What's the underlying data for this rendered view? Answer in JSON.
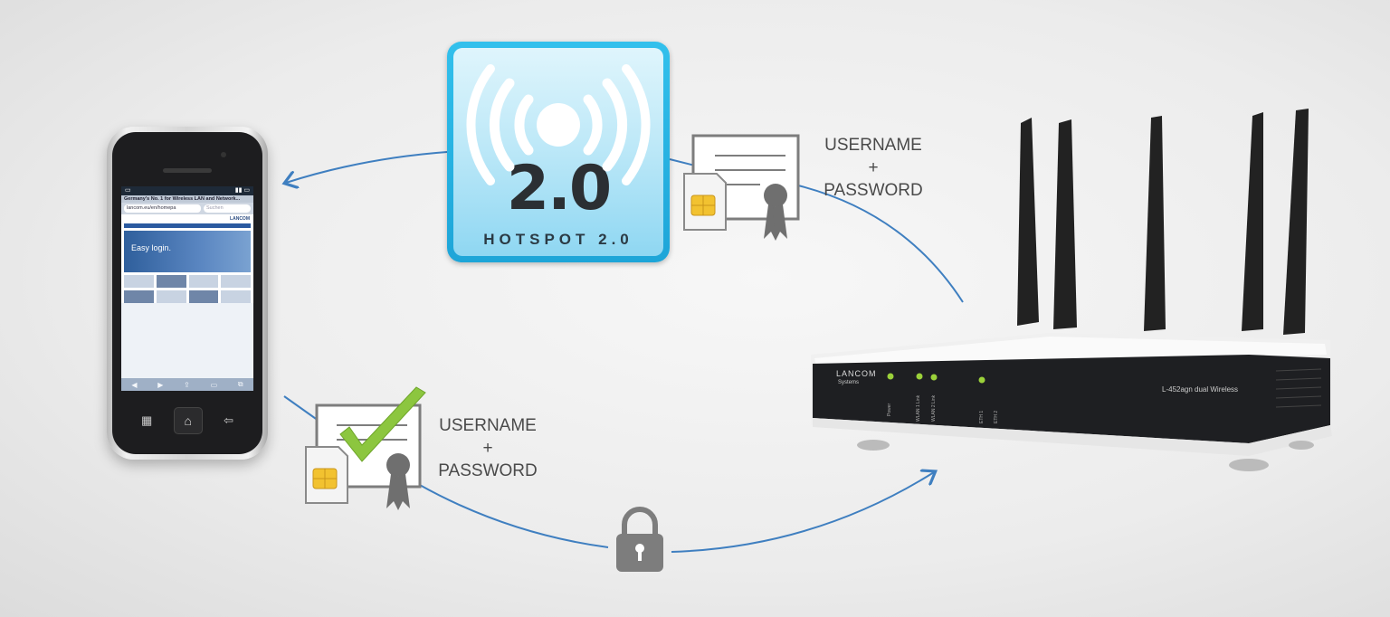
{
  "phone": {
    "status_time": "",
    "page_title": "Germany's No. 1 for Wireless LAN and Network...",
    "url": "lancom.eu/en/homepa",
    "search_placeholder": "Suchen",
    "site_logo": "LANCOM",
    "banner_text": "Easy login."
  },
  "hotspot": {
    "version": "2.0",
    "label": "HOTSPOT 2.0"
  },
  "credentials_top": {
    "line1": "USERNAME",
    "line2": "+",
    "line3": "PASSWORD"
  },
  "credentials_bottom": {
    "line1": "USERNAME",
    "line2": "+",
    "line3": "PASSWORD"
  },
  "router": {
    "brand": "LANCOM",
    "brand_sub": "Systems",
    "model": "L-452agn dual Wireless",
    "leds": [
      "Power",
      "WLAN 1 Link",
      "WLAN 2 Link",
      "ETH 1",
      "ETH 2"
    ]
  },
  "colors": {
    "connector": "#3f7fc0",
    "hotspot_blue": "#1da5d8",
    "check_green": "#8cc63f",
    "sim_gold": "#f2c230",
    "icon_gray": "#7d7d7d"
  },
  "icons": [
    "hotspot-icon",
    "certificate-icon",
    "sim-card-icon",
    "checkmark-icon",
    "padlock-icon",
    "phone",
    "router"
  ]
}
